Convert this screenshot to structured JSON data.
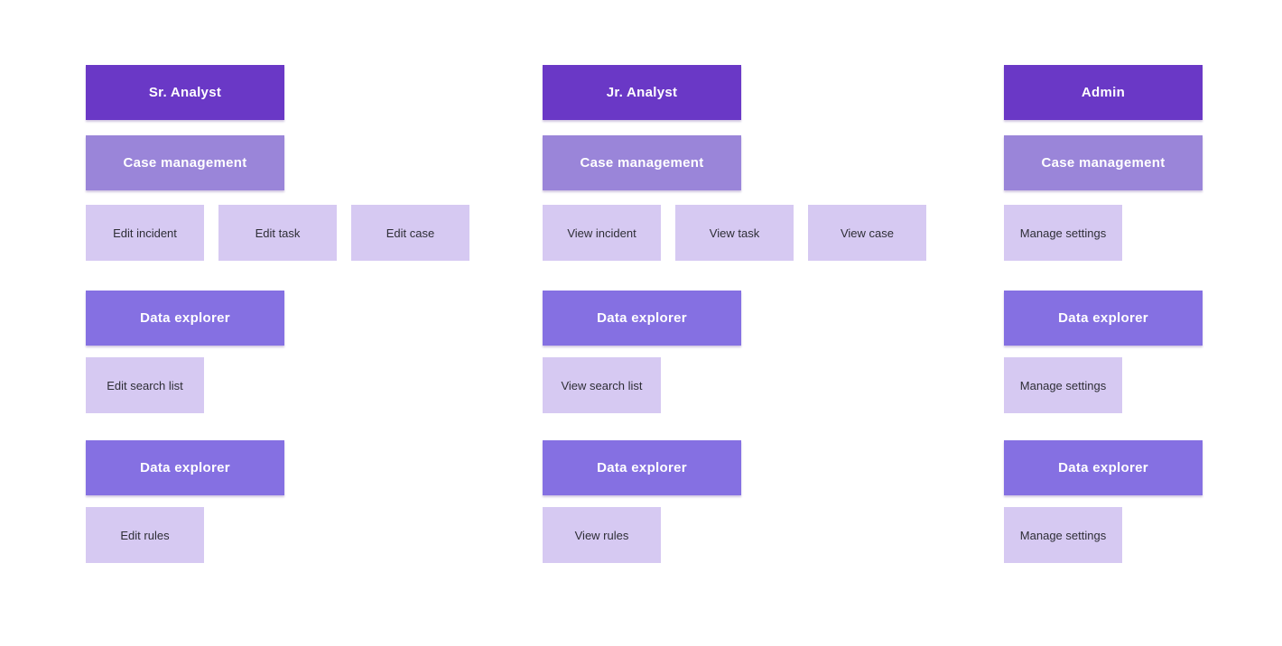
{
  "colors": {
    "role_bg": "#6a38c6",
    "case_bg": "#9a85d9",
    "explorer_bg": "#8570e2",
    "leaf_bg": "#d6c9f2",
    "header_text": "#ffffff",
    "leaf_text": "#2e2e36",
    "page_bg": "#ffffff"
  },
  "columns": [
    {
      "role": "Sr. Analyst",
      "sections": [
        {
          "title": "Case management",
          "items": [
            "Edit incident",
            "Edit task",
            "Edit case"
          ]
        },
        {
          "title": "Data explorer",
          "items": [
            "Edit search list"
          ]
        },
        {
          "title": "Data explorer",
          "items": [
            "Edit rules"
          ]
        }
      ]
    },
    {
      "role": "Jr. Analyst",
      "sections": [
        {
          "title": "Case management",
          "items": [
            "View incident",
            "View task",
            "View case"
          ]
        },
        {
          "title": "Data explorer",
          "items": [
            "View search list"
          ]
        },
        {
          "title": "Data explorer",
          "items": [
            "View rules"
          ]
        }
      ]
    },
    {
      "role": "Admin",
      "sections": [
        {
          "title": "Case management",
          "items": [
            "Manage settings"
          ]
        },
        {
          "title": "Data explorer",
          "items": [
            "Manage settings"
          ]
        },
        {
          "title": "Data explorer",
          "items": [
            "Manage settings"
          ]
        }
      ]
    }
  ]
}
